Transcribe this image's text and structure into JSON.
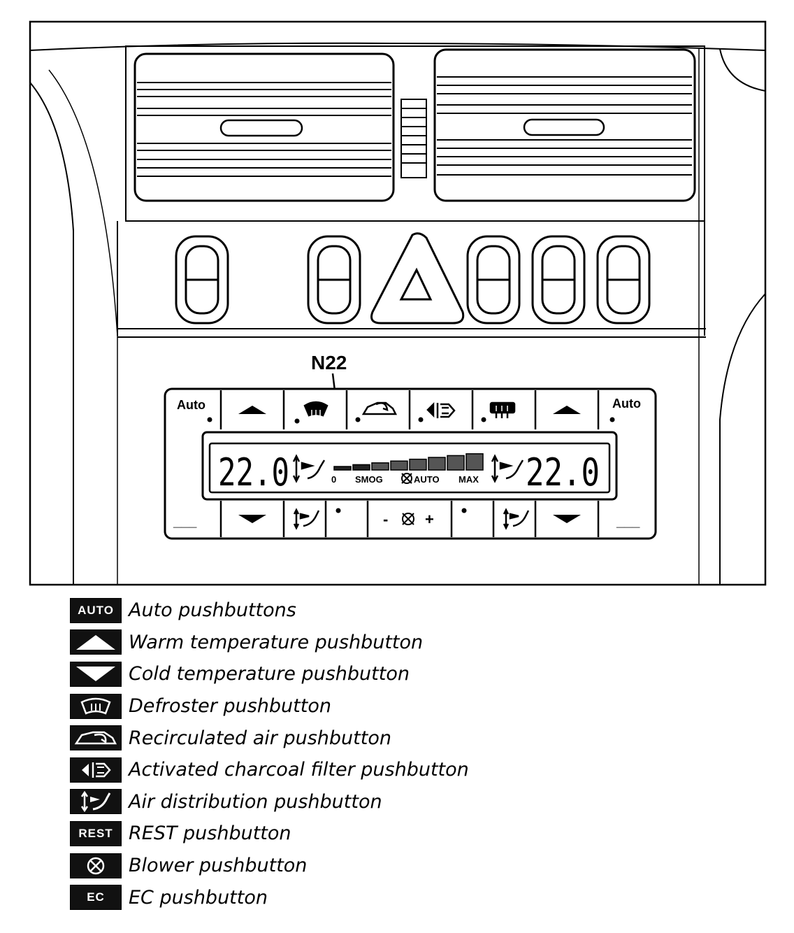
{
  "callout": {
    "label": "N22"
  },
  "panel": {
    "auto_left_label": "Auto",
    "auto_right_label": "Auto",
    "rest_left_label": "___",
    "rest_right_label": "___",
    "blower_minus": "-",
    "blower_plus": "+"
  },
  "display": {
    "temp_left": "22.0",
    "temp_right": "22.0",
    "blower_scale": {
      "zero": "0",
      "smog": "SMOG",
      "auto": "AUTO",
      "max": "MAX",
      "segments_total": 8
    }
  },
  "legend": {
    "items": [
      {
        "icon": "auto-icon",
        "icon_text": "AUTO",
        "label": "Auto pushbuttons"
      },
      {
        "icon": "triangle-up-icon",
        "icon_text": "",
        "label": "Warm temperature pushbutton"
      },
      {
        "icon": "triangle-down-icon",
        "icon_text": "",
        "label": "Cold temperature pushbutton"
      },
      {
        "icon": "defroster-icon",
        "icon_text": "",
        "label": "Defroster pushbutton"
      },
      {
        "icon": "recirculation-car-icon",
        "icon_text": "",
        "label": "Recirculated air pushbutton"
      },
      {
        "icon": "charcoal-filter-icon",
        "icon_text": "",
        "label": "Activated charcoal filter pushbutton"
      },
      {
        "icon": "air-distribution-icon",
        "icon_text": "",
        "label": "Air distribution pushbutton"
      },
      {
        "icon": "rest-icon",
        "icon_text": "REST",
        "label": "REST pushbutton"
      },
      {
        "icon": "fan-icon",
        "icon_text": "",
        "label": "Blower pushbutton"
      },
      {
        "icon": "ec-icon",
        "icon_text": "EC",
        "label": "EC pushbutton"
      }
    ]
  }
}
